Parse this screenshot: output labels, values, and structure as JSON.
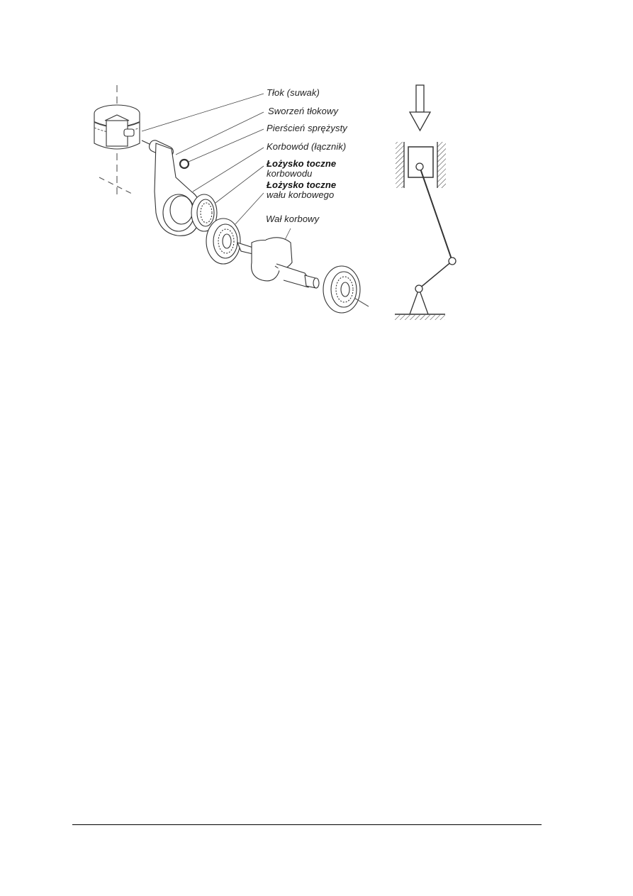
{
  "figure": {
    "labels": [
      {
        "id": "piston",
        "text": "Tłok (suwak)"
      },
      {
        "id": "piston-pin",
        "text": "Sworzeń tłokowy"
      },
      {
        "id": "circlip",
        "text": "Pierścień sprężysty"
      },
      {
        "id": "connecting-rod",
        "text": "Korbowód (łącznik)"
      },
      {
        "id": "conrod-bearing",
        "line1": "Łożysko toczne",
        "line2": "korbowodu"
      },
      {
        "id": "crankshaft-bearing",
        "line1": "Łożysko toczne",
        "line2": "wału korbowego"
      },
      {
        "id": "crankshaft",
        "text": "Wał korbowy"
      }
    ],
    "schematic": {
      "elements": [
        "force-arrow",
        "cylinder-walls",
        "slider",
        "connecting-link",
        "crank",
        "fixed-support"
      ]
    }
  },
  "footer": {
    "rule": true
  }
}
